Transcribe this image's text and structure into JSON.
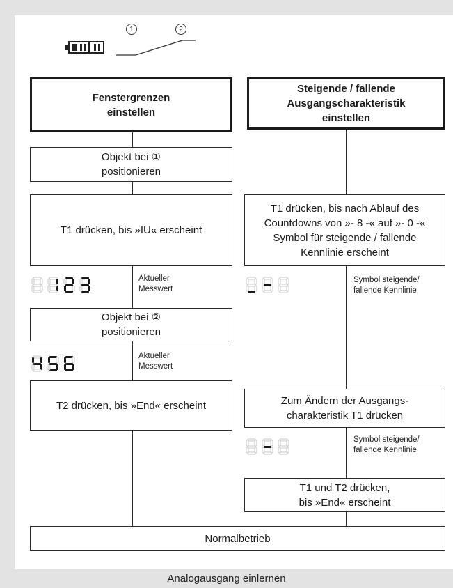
{
  "header": {
    "switch_position_1": "1",
    "switch_position_2": "2"
  },
  "left": {
    "head": "Fenstergrenzen\neinstellen",
    "step1": "Objekt bei ①\npositionieren",
    "step2": "T1 drücken, bis »IU« erscheint",
    "display1": {
      "value": "123",
      "note": "Aktueller\nMesswert"
    },
    "step3": "Objekt bei ②\npositionieren",
    "display2": {
      "value": "456",
      "note": "Aktueller\nMesswert"
    },
    "step4": "T2 drücken, bis »End« erscheint"
  },
  "right": {
    "head": "Steigende / fallende\nAusgangscharakteristik\neinstellen",
    "step1": "T1 drücken, bis nach Ablauf des\nCountdowns von »- 8 -« auf »- 0 -«\nSymbol für steigende / fallende\nKennlinie erscheint",
    "display1": {
      "note": "Symbol steigende/\nfallende Kennlinie"
    },
    "step2": "Zum Ändern der Ausgangs-\ncharakteristik T1 drücken",
    "display2": {
      "note": "Symbol steigende/\nfallende Kennlinie"
    },
    "step3": "T1 und T2 drücken,\nbis »End« erscheint"
  },
  "bottom": {
    "normal": "Normalbetrieb"
  },
  "caption": "Analogausgang einlernen",
  "colors": {
    "background_frame": "#e3e3e3",
    "panel": "#ffffff",
    "lines": "#2a2a2a",
    "segment_off": "#c8c8c8",
    "segment_on": "#1a1a1a"
  }
}
